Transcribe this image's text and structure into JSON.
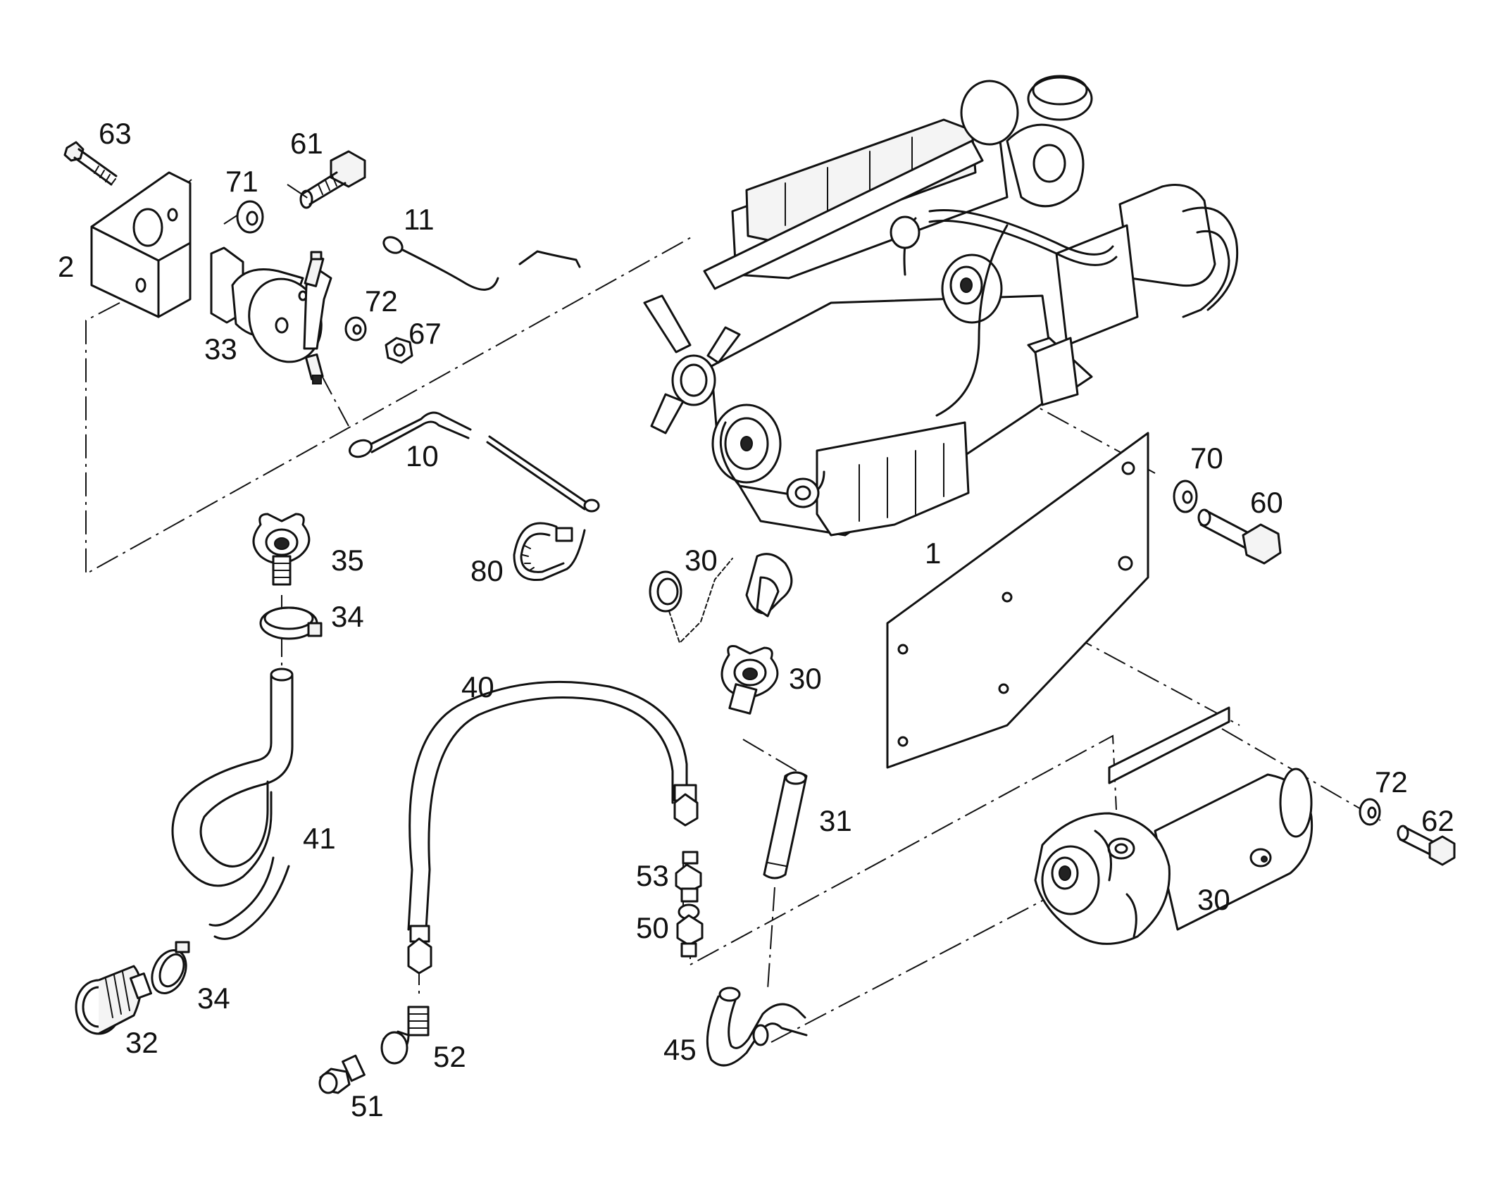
{
  "labels": {
    "l63": "63",
    "l61": "61",
    "l71": "71",
    "l2": "2",
    "l11": "11",
    "l72a": "72",
    "l67": "67",
    "l33": "33",
    "l10": "10",
    "l35": "35",
    "l34a": "34",
    "l80": "80",
    "l30a": "30",
    "l1": "1",
    "l70": "70",
    "l60": "60",
    "l30b": "30",
    "l40": "40",
    "l41": "41",
    "l31": "31",
    "l53": "53",
    "l50": "50",
    "l72b": "72",
    "l62": "62",
    "l30c": "30",
    "l34b": "34",
    "l32": "32",
    "l52": "52",
    "l45": "45",
    "l51": "51"
  }
}
